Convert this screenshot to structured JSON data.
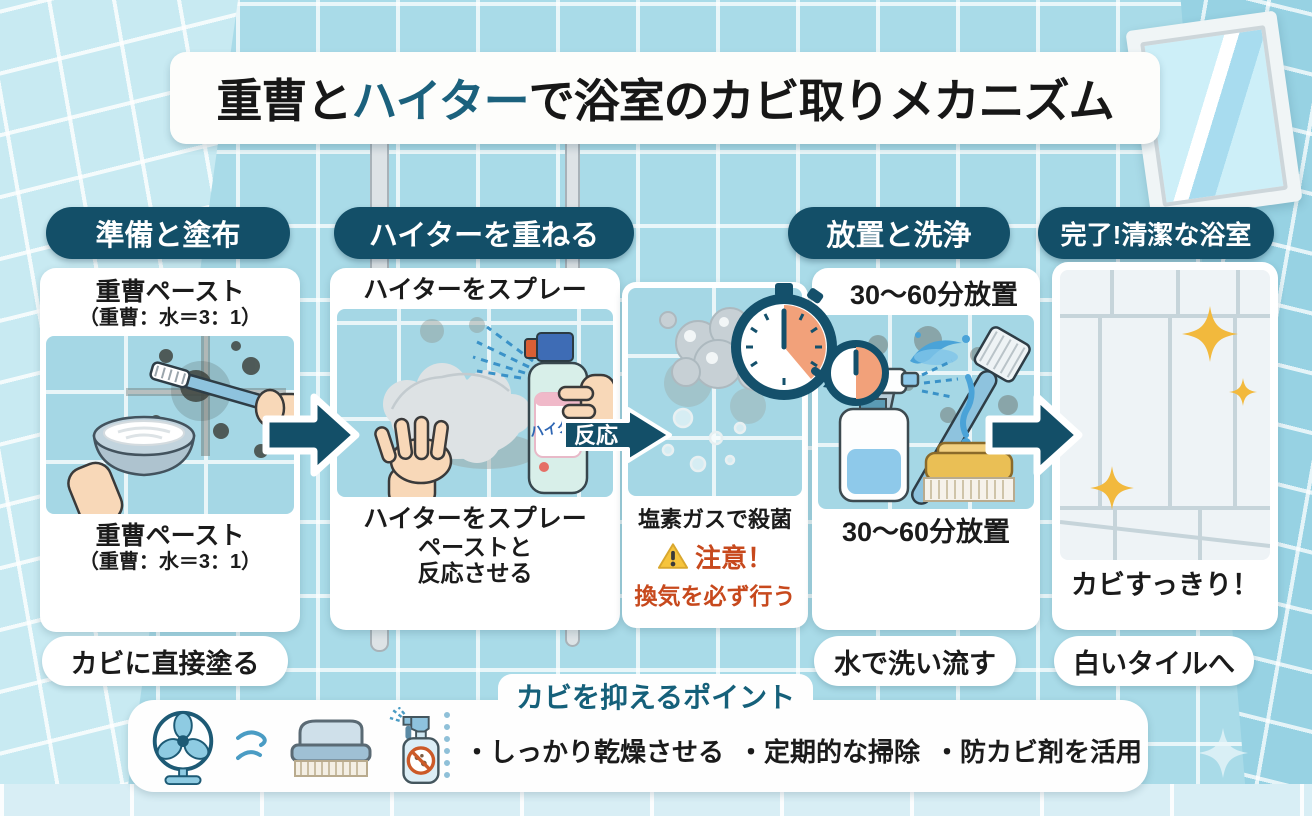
{
  "title": {
    "pre": "重曹と",
    "highlight": "ハイター",
    "post": "で浴室のカビ取りメカニズム"
  },
  "steps": {
    "step1": {
      "header": "準備と塗布",
      "top_title": "重曹ペースト",
      "top_ratio": "（重曹：水＝3：1）",
      "caption_title": "重曹ペースト",
      "caption_ratio": "（重曹：水＝3：1）",
      "footer": "カビに直接塗る"
    },
    "step2": {
      "header": "ハイターを重ねる",
      "top_title": "ハイターをスプレー",
      "bottle_label": "ハイター",
      "caption_line1": "ハイターをスプレー",
      "caption_line2": "ペーストと",
      "caption_line3": "反応させる"
    },
    "reaction": {
      "arrow_label": "反応",
      "effect": "塩素ガスで殺菌",
      "warning_title": "注意！",
      "warning_body": "換気を必ず行う"
    },
    "step3": {
      "header": "放置と洗浄",
      "top_label": "30〜60分放置",
      "bottom_label": "30〜60分放置",
      "footer": "水で洗い流す"
    },
    "step4": {
      "header": "完了!清潔な浴室",
      "caption": "カビすっきり！",
      "footer": "白いタイルへ"
    }
  },
  "tips": {
    "title": "カビを抑えるポイント",
    "items": [
      "・しっかり乾燥させる",
      "・定期的な掃除",
      "・防カビ剤を活用"
    ]
  },
  "colors": {
    "accent_teal": "#134f68",
    "title_highlight": "#1b617d",
    "warning_orange": "#c7491d",
    "sparkle_yellow": "#f2b93d",
    "timer_orange": "#f2a17a",
    "tile_blue": "#a9dbe8"
  }
}
